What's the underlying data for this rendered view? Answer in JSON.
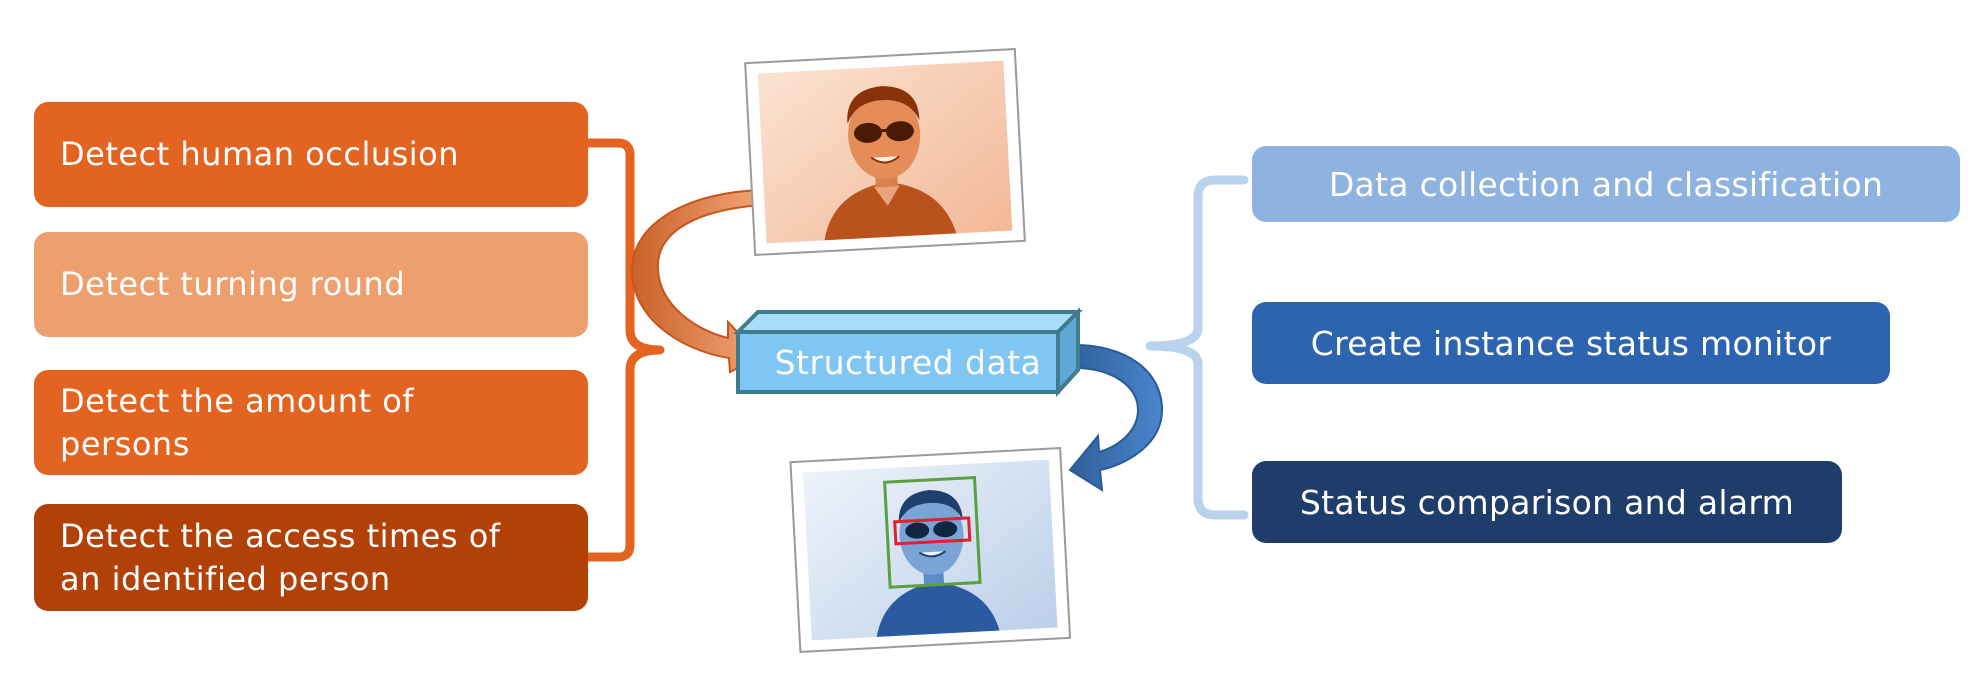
{
  "left_items": [
    {
      "label_lines": [
        "Detect human occlusion"
      ],
      "color": "#e36420"
    },
    {
      "label_lines": [
        "Detect turning round"
      ],
      "color": "#eda06d"
    },
    {
      "label_lines": [
        "Detect the amount of",
        "persons"
      ],
      "color": "#e36420"
    },
    {
      "label_lines": [
        "Detect the access times of",
        "an identified person"
      ],
      "color": "#b14106"
    }
  ],
  "center": {
    "label": "Structured data",
    "color": "#7fc6f4"
  },
  "right_items": [
    {
      "label": "Data collection and classification",
      "color": "#8fb3e1"
    },
    {
      "label": "Create instance status monitor",
      "color": "#2d64b0"
    },
    {
      "label": "Status comparison and alarm",
      "color": "#1e3d6b"
    }
  ],
  "photos": {
    "top": {
      "subject": "smiling man in sunglasses",
      "tint": "#e88a5a"
    },
    "bottom": {
      "subject": "man in sunglasses with detection boxes",
      "tint": "#3c6fae",
      "face_box_color": "#5aa03c",
      "eye_box_color": "#e0202a"
    }
  },
  "colors": {
    "orange_bracket": "#e36420",
    "blue_bracket": "#b9d3ee",
    "orange_arrow": "#e8915a",
    "blue_arrow": "#3e78c0"
  }
}
